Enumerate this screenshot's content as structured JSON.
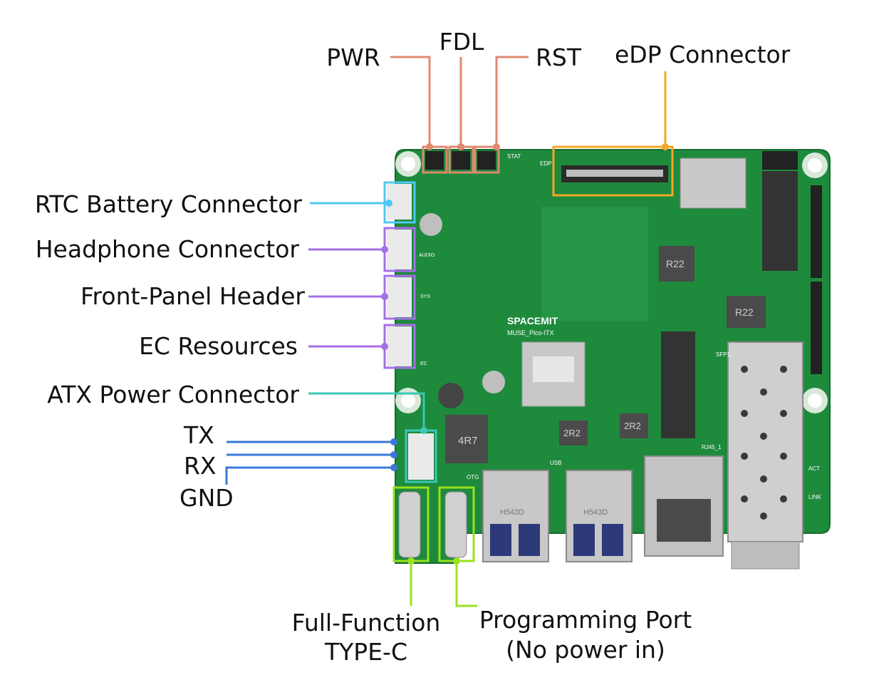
{
  "labels": {
    "pwr": "PWR",
    "fdl": "FDL",
    "rst": "RST",
    "edp": "eDP Connector",
    "rtc": "RTC Battery Connector",
    "headphone": "Headphone Connector",
    "front_panel": "Front-Panel Header",
    "ec": "EC Resources",
    "atx": "ATX Power Connector",
    "tx": "TX",
    "rx": "RX",
    "gnd": "GND",
    "typec_line1": "Full-Function",
    "typec_line2": "TYPE-C",
    "prog_line1": "Programming Port",
    "prog_line2": "(No power in)"
  },
  "board_print": {
    "brand": "SPACEMIT",
    "model": "MUSE_Pico-ITX",
    "inductor_4r7": "4R7",
    "inductor_r22a": "R22",
    "inductor_r22b": "R22",
    "inductor_2r2a": "2R2",
    "inductor_2r2b": "2R2",
    "usb_a_1": "H543D",
    "usb_a_2": "H543D",
    "silk_edp": "EDP",
    "silk_stat": "STAT",
    "silk_audio": "AUDIO",
    "silk_sys": "SYS",
    "silk_ec": "EC",
    "silk_otg": "OTG",
    "silk_rj45": "RJ45_1",
    "silk_usb": "USB",
    "silk_act": "ACT",
    "silk_link": "LINK",
    "silk_sfp": "SFP1"
  },
  "colors": {
    "power_buttons": "#e08870",
    "edp": "#f5a623",
    "rtc": "#4ec8f4",
    "audio_group": "#a66fe8",
    "atx": "#3cc7b5",
    "uart": "#3a78d8",
    "typec": "#9be21e",
    "pcb": "#1e8a3c"
  }
}
